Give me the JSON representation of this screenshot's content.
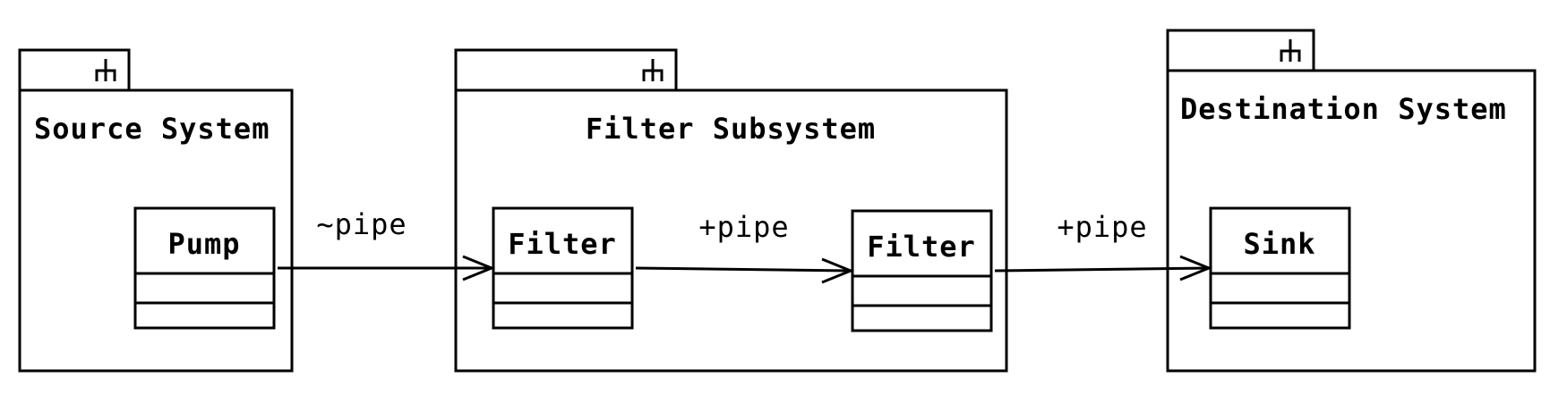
{
  "packages": [
    {
      "id": "source",
      "title": "Source System",
      "icon": "subsystem-fork-icon"
    },
    {
      "id": "filter",
      "title": "Filter Subsystem",
      "icon": "subsystem-fork-icon"
    },
    {
      "id": "destination",
      "title": "Destination System",
      "icon": "subsystem-fork-icon"
    }
  ],
  "classes": [
    {
      "id": "pump",
      "name": "Pump"
    },
    {
      "id": "filter1",
      "name": "Filter"
    },
    {
      "id": "filter2",
      "name": "Filter"
    },
    {
      "id": "sink",
      "name": "Sink"
    }
  ],
  "connectors": [
    {
      "from": "pump",
      "to": "filter1",
      "label": "~pipe"
    },
    {
      "from": "filter1",
      "to": "filter2",
      "label": "+pipe"
    },
    {
      "from": "filter2",
      "to": "sink",
      "label": "+pipe"
    }
  ],
  "colors": {
    "stroke": "#000000",
    "background": "#ffffff"
  }
}
